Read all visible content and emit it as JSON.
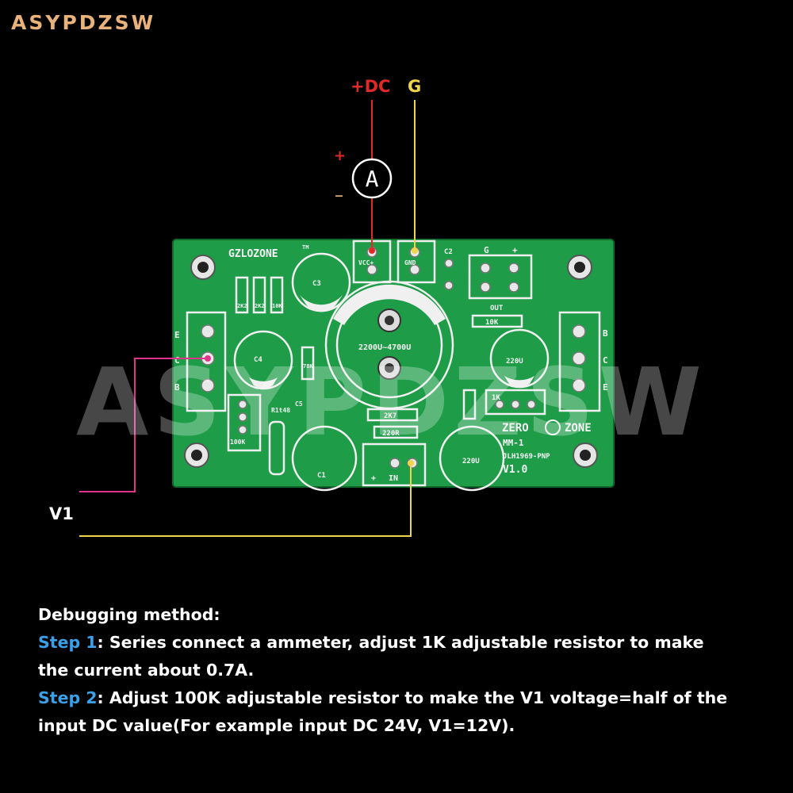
{
  "brand": "ASYPDZSW",
  "watermark": "ASYPDZSW",
  "wires": {
    "dc_label": "+DC",
    "g_label": "G",
    "plus_sign": "+",
    "minus_sign": "_",
    "ammeter_symbol": "A",
    "v1_label": "V1"
  },
  "pcb": {
    "brand": "GZLOZONE",
    "trademark": "TM",
    "vcc": "VCC+",
    "gnd": "GND",
    "c2": "C2",
    "out": "OUT",
    "out_g": "G",
    "out_plus": "+",
    "r_10k": "10K",
    "cap_main": "2200U~4700U",
    "c3": "C3",
    "c4": "C4",
    "c1": "C1",
    "cap_220u": "220U",
    "cap_220u_b": "220U",
    "r_2k2_a": "2K2",
    "r_2k2_b": "2K2",
    "r_10k_b": "10K",
    "r_78k": "78K",
    "r_1k": "1K",
    "r_100k": "100K",
    "r_2k7": "2K7",
    "r_220r": "220R",
    "ht": "R1t48",
    "c5": "C5",
    "left_e": "E",
    "left_c": "C",
    "left_b": "B",
    "right_b": "B",
    "right_c": "C",
    "right_e": "E",
    "zero": "ZERO",
    "zone": "ZONE",
    "model": "MM-1",
    "part": "JLH1969-PNP",
    "version": "V1.0",
    "in_plus": "+",
    "in_label": "IN"
  },
  "instructions": {
    "heading": "Debugging method:",
    "step1_label": "Step 1",
    "step1_line1": ": Series connect a ammeter, adjust 1K adjustable resistor to make",
    "step1_line2": "the current about 0.7A.",
    "step2_label": "Step 2",
    "step2_line1": ": Adjust 100K adjustable resistor to make the V1 voltage=half of the",
    "step2_line2": "input DC value(For example input DC 24V, V1=12V)."
  },
  "colors": {
    "background": "#000000",
    "pcb_green": "#1e9c48",
    "silkscreen": "#ffffff",
    "dc_wire": "#e02a2a",
    "g_wire": "#f0d44a",
    "v1_wire": "#e0338a",
    "step_blue": "#3aa0e8",
    "brand": "#e8b27a"
  }
}
